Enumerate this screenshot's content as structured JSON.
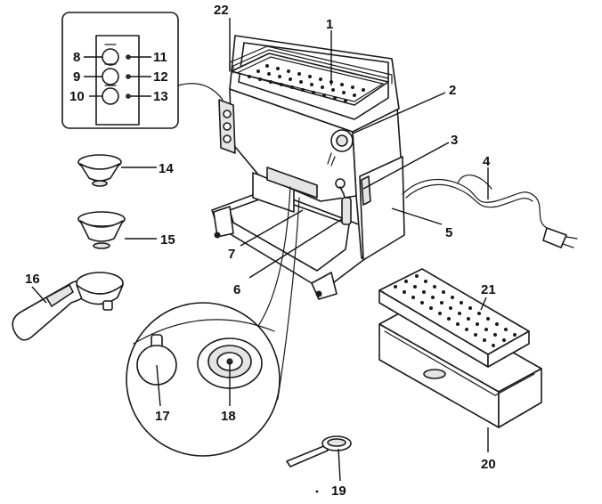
{
  "callouts": {
    "c1": "1",
    "c2": "2",
    "c3": "3",
    "c4": "4",
    "c5": "5",
    "c6": "6",
    "c7": "7",
    "c8": "8",
    "c9": "9",
    "c10": "10",
    "c11": "11",
    "c12": "12",
    "c13": "13",
    "c14": "14",
    "c15": "15",
    "c16": "16",
    "c17": "17",
    "c18": "18",
    "c19": "19",
    "c20": "20",
    "c21": "21",
    "c22": "22"
  },
  "colors": {
    "line": "#1a1a1a",
    "fill": "#ffffff",
    "shade": "#e4e4e4"
  }
}
